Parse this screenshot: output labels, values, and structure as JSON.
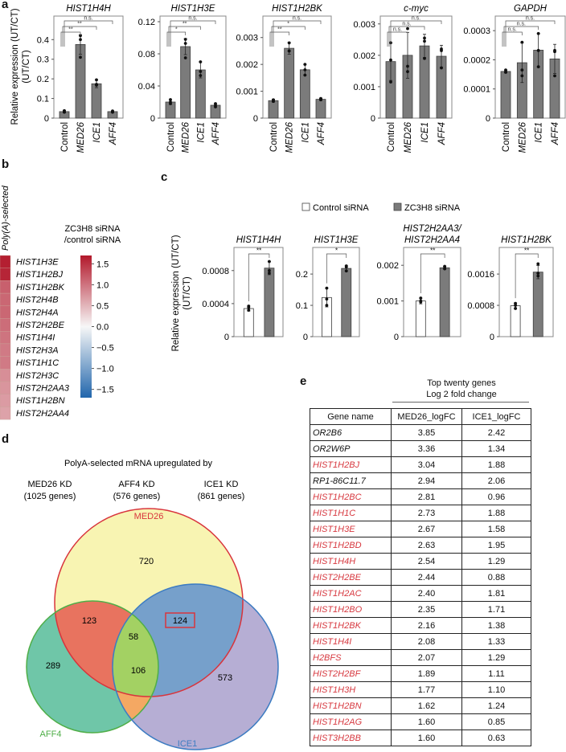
{
  "panel_labels": {
    "a": "a",
    "b": "b",
    "c": "c",
    "d": "d",
    "e": "e"
  },
  "colors": {
    "bar": "#7b7b7b",
    "bar_stroke": "#3d3d3d",
    "control_bar": "#ffffff",
    "highlight_gene": "#d7383f",
    "frame": "#888888"
  },
  "chart_data": [
    {
      "panel": "a",
      "type": "bar",
      "ylabel": "Relative expression (UT/CT)",
      "categories": [
        "Control",
        "MED26",
        "ICE1",
        "AFF4"
      ],
      "charts": [
        {
          "title": "HIST1H4H",
          "ylim": [
            0,
            0.52
          ],
          "ticks": [
            "0",
            "0.1",
            "0.2",
            "0.3",
            "0.4"
          ],
          "values": [
            0.033,
            0.375,
            0.175,
            0.033
          ],
          "err": [
            0.006,
            0.05,
            0.02,
            0.004
          ],
          "points": [
            [
              0.038,
              0.033,
              0.03
            ],
            [
              0.42,
              0.4,
              0.31
            ],
            [
              0.195,
              0.172,
              0.168
            ],
            [
              0.036,
              0.032,
              0.03
            ]
          ],
          "significance": [
            {
              "from": "Control",
              "to": "MED26",
              "label": "**"
            },
            {
              "from": "Control",
              "to": "ICE1",
              "label": "**"
            },
            {
              "from": "Control",
              "to": "AFF4",
              "label": "n.s."
            }
          ]
        },
        {
          "title": "HIST1H3E",
          "ylim": [
            0,
            0.127
          ],
          "ticks": [
            "0",
            "0.04",
            "0.08",
            "0.12"
          ],
          "values": [
            0.02,
            0.089,
            0.06,
            0.016
          ],
          "err": [
            0.003,
            0.01,
            0.01,
            0.002
          ],
          "points": [
            [
              0.023,
              0.02,
              0.018
            ],
            [
              0.098,
              0.093,
              0.075
            ],
            [
              0.07,
              0.058,
              0.053
            ],
            [
              0.018,
              0.016,
              0.014
            ]
          ],
          "significance": [
            {
              "from": "Control",
              "to": "MED26",
              "label": "*"
            },
            {
              "from": "Control",
              "to": "ICE1",
              "label": "**"
            },
            {
              "from": "Control",
              "to": "AFF4",
              "label": "n.s."
            }
          ]
        },
        {
          "title": "HIST1H2BK",
          "ylim": [
            0,
            0.0038
          ],
          "ticks": [
            "0",
            "0.001",
            "0.002",
            "0.003"
          ],
          "values": [
            0.00065,
            0.0026,
            0.0018,
            0.0007
          ],
          "err": [
            5e-05,
            0.00022,
            0.0002,
            4e-05
          ],
          "points": [
            [
              0.00068,
              0.00065,
              0.00062
            ],
            [
              0.0028,
              0.0025,
              0.0025
            ],
            [
              0.002,
              0.0018,
              0.0016
            ],
            [
              0.00073,
              0.0007,
              0.00068
            ]
          ],
          "significance": [
            {
              "from": "Control",
              "to": "MED26",
              "label": "**"
            },
            {
              "from": "Control",
              "to": "ICE1",
              "label": "*"
            },
            {
              "from": "Control",
              "to": "AFF4",
              "label": "n.s."
            }
          ]
        },
        {
          "title": "c-myc",
          "ylim": [
            0,
            0.00325
          ],
          "ticks": [
            "0",
            "0.001",
            "0.002",
            "0.003"
          ],
          "values": [
            0.0018,
            0.002,
            0.0023,
            0.00197
          ],
          "err": [
            0.0006,
            0.00073,
            0.00037,
            0.00035
          ],
          "points": [
            [
              0.0024,
              0.00185,
              0.00115
            ],
            [
              0.00285,
              0.00165,
              0.00148
            ],
            [
              0.00255,
              0.00245,
              0.0019
            ],
            [
              0.0022,
              0.00215,
              0.0016
            ]
          ],
          "significance": [
            {
              "from": "Control",
              "to": "MED26",
              "label": "n.s."
            },
            {
              "from": "Control",
              "to": "ICE1",
              "label": "n.s."
            },
            {
              "from": "Control",
              "to": "AFF4",
              "label": "n.s."
            }
          ]
        },
        {
          "title": "GAPDH",
          "ylim": [
            0,
            0.00035
          ],
          "ticks": [
            "0",
            "0.0001",
            "0.0002",
            "0.0003"
          ],
          "values": [
            0.00016,
            0.00019,
            0.000233,
            0.000203
          ],
          "err": [
            5e-06,
            6.8e-05,
            5.7e-05,
            5e-05
          ],
          "points": [
            [
              0.000165,
              0.00016,
              0.000157
            ],
            [
              0.00026,
              0.000165,
              0.000145
            ],
            [
              0.00029,
              0.000232,
              0.000176
            ],
            [
              0.000232,
              0.000228,
              0.000145
            ]
          ],
          "significance": [
            {
              "from": "Control",
              "to": "MED26",
              "label": "n.s."
            },
            {
              "from": "Control",
              "to": "ICE1",
              "label": "n.s."
            },
            {
              "from": "Control",
              "to": "AFF4",
              "label": "n.s."
            }
          ]
        }
      ]
    },
    {
      "panel": "b",
      "type": "heatmap",
      "column_label": "Poly(A)-selected",
      "colorbar_title": [
        "ZC3H8 siRNA",
        "/control siRNA"
      ],
      "colorbar_range": [
        -1.7,
        1.7
      ],
      "colorbar_ticks": [
        "1.5",
        "1.0",
        "0.5",
        "0.0",
        "−0.5",
        "−1.0",
        "−1.5"
      ],
      "colorbar_tick_values": [
        1.5,
        1.0,
        0.5,
        0.0,
        -0.5,
        -1.0,
        -1.5
      ],
      "rows": [
        "HIST1H3E",
        "HIST1H2BJ",
        "HIST1H2BK",
        "HIST2H4B",
        "HIST2H4A",
        "HIST2H2BE",
        "HIST1H4I",
        "HIST2H3A",
        "HIST1H1C",
        "HIST2H3C",
        "HIST2H2AA3",
        "HIST1H2BN",
        "HIST2H2AA4"
      ],
      "values": [
        1.65,
        1.6,
        1.15,
        1.1,
        1.1,
        1.05,
        1.0,
        0.95,
        0.95,
        0.8,
        0.75,
        0.7,
        0.65
      ]
    },
    {
      "panel": "c",
      "type": "bar",
      "ylabel": "Relative expression (UT/CT)",
      "legend": [
        {
          "name": "Control siRNA",
          "color": "#ffffff"
        },
        {
          "name": "ZC3H8 siRNA",
          "color": "#7b7b7b"
        }
      ],
      "categories": [
        "Control siRNA",
        "ZC3H8 siRNA"
      ],
      "charts": [
        {
          "title": [
            "HIST1H4H"
          ],
          "ylim": [
            0,
            0.00108
          ],
          "ticks": [
            "0",
            "0.0004",
            "0.0008"
          ],
          "values": [
            0.00034,
            0.00083
          ],
          "err": [
            3e-05,
            8e-05
          ],
          "points": [
            [
              0.00037,
              0.00035,
              0.00032
            ],
            [
              0.00091,
              0.0008,
              0.00077
            ]
          ],
          "significance": "**"
        },
        {
          "title": [
            "HIST1H3E"
          ],
          "ylim": [
            0,
            0.285
          ],
          "ticks": [
            "0",
            "0.1",
            "0.2"
          ],
          "values": [
            0.125,
            0.218
          ],
          "err": [
            0.03,
            0.008
          ],
          "points": [
            [
              0.155,
              0.12,
              0.1
            ],
            [
              0.226,
              0.222,
              0.21
            ]
          ],
          "significance": "*"
        },
        {
          "title": [
            "HIST2H2AA3/",
            "HIST2H2AA4"
          ],
          "ylim": [
            0,
            0.0025
          ],
          "ticks": [
            "0",
            "0.001",
            "0.002"
          ],
          "values": [
            0.001,
            0.00193
          ],
          "err": [
            8e-05,
            4e-05
          ],
          "points": [
            [
              0.00108,
              0.001,
              0.00097
            ],
            [
              0.00197,
              0.00193,
              0.0019
            ]
          ],
          "significance": "**"
        },
        {
          "title": [
            "HIST1H2BK"
          ],
          "ylim": [
            0,
            0.00228
          ],
          "ticks": [
            "0",
            "0.0008",
            "0.0016"
          ],
          "values": [
            0.00079,
            0.00165
          ],
          "err": [
            7e-05,
            0.00017
          ],
          "points": [
            [
              0.00085,
              0.0008,
              0.00072
            ],
            [
              0.00186,
              0.00162,
              0.00155
            ]
          ],
          "significance": "**"
        }
      ]
    },
    {
      "panel": "d",
      "type": "venn",
      "title": "PolyA-selected mRNA upregulated by",
      "sets": [
        {
          "name": "MED26",
          "header": "MED26 KD",
          "count": "(1025 genes)",
          "fill": "#f8f4b2",
          "stroke": "#d8343c"
        },
        {
          "name": "AFF4",
          "header": "AFF4 KD",
          "count": "(576 genes)",
          "fill": "#6fc6a8",
          "stroke": "#4fae48"
        },
        {
          "name": "ICE1",
          "header": "ICE1 KD",
          "count": "(861 genes)",
          "fill": "#b6aed4",
          "stroke": "#3d7cc2"
        }
      ],
      "regions": {
        "MED26_only": "720",
        "AFF4_only": "289",
        "ICE1_only": "573",
        "MED26_AFF4": "123",
        "MED26_ICE1": "124",
        "AFF4_ICE1": "106",
        "all": "58"
      },
      "region_colors": {
        "MED26_AFF4": "#e8735f",
        "MED26_ICE1": "#76a0cb",
        "AFF4_ICE1": "#f4a863",
        "all": "#a3d163"
      },
      "highlighted_region": "MED26_ICE1"
    },
    {
      "panel": "e",
      "type": "table",
      "header_title": [
        "Top twenty genes",
        "Log 2 fold change"
      ],
      "columns": [
        "Gene name",
        "MED26_logFC",
        "ICE1_logFC"
      ],
      "rows": [
        {
          "gene": "OR2B6",
          "med26": "3.85",
          "ice1": "2.42",
          "histone": false
        },
        {
          "gene": "OR2W6P",
          "med26": "3.36",
          "ice1": "1.34",
          "histone": false
        },
        {
          "gene": "HIST1H2BJ",
          "med26": "3.04",
          "ice1": "1.88",
          "histone": true
        },
        {
          "gene": "RP1-86C11.7",
          "med26": "2.94",
          "ice1": "2.06",
          "histone": false
        },
        {
          "gene": "HIST1H2BC",
          "med26": "2.81",
          "ice1": "0.96",
          "histone": true
        },
        {
          "gene": "HIST1H1C",
          "med26": "2.73",
          "ice1": "1.88",
          "histone": true
        },
        {
          "gene": "HIST1H3E",
          "med26": "2.67",
          "ice1": "1.58",
          "histone": true
        },
        {
          "gene": "HIST1H2BD",
          "med26": "2.63",
          "ice1": "1.95",
          "histone": true
        },
        {
          "gene": "HIST1H4H",
          "med26": "2.54",
          "ice1": "1.29",
          "histone": true
        },
        {
          "gene": "HIST2H2BE",
          "med26": "2.44",
          "ice1": "0.88",
          "histone": true
        },
        {
          "gene": "HIST1H2AC",
          "med26": "2.40",
          "ice1": "1.81",
          "histone": true
        },
        {
          "gene": "HIST1H2BO",
          "med26": "2.35",
          "ice1": "1.71",
          "histone": true
        },
        {
          "gene": "HIST1H2BK",
          "med26": "2.16",
          "ice1": "1.38",
          "histone": true
        },
        {
          "gene": "HIST1H4I",
          "med26": "2.08",
          "ice1": "1.33",
          "histone": true
        },
        {
          "gene": "H2BFS",
          "med26": "2.07",
          "ice1": "1.29",
          "histone": true
        },
        {
          "gene": "HIST2H2BF",
          "med26": "1.89",
          "ice1": "1.11",
          "histone": true
        },
        {
          "gene": "HIST1H3H",
          "med26": "1.77",
          "ice1": "1.10",
          "histone": true
        },
        {
          "gene": "HIST1H2BN",
          "med26": "1.62",
          "ice1": "1.24",
          "histone": true
        },
        {
          "gene": "HIST1H2AG",
          "med26": "1.60",
          "ice1": "0.85",
          "histone": true
        },
        {
          "gene": "HIST3H2BB",
          "med26": "1.60",
          "ice1": "0.63",
          "histone": true
        }
      ]
    }
  ]
}
